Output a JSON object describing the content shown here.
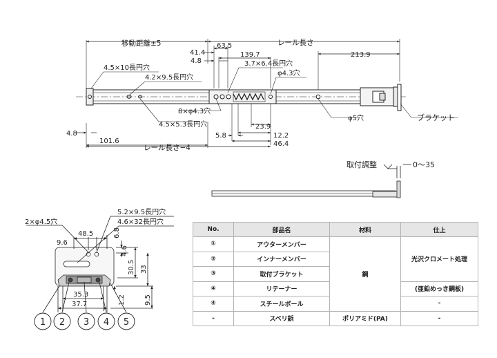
{
  "top_view": {
    "travel": "移動距離±5",
    "rail_length": "レール長さ",
    "d63_5": "63.5",
    "d41_4": "41.4",
    "d139_7": "139.7",
    "d4_8a": "4.8",
    "d213_9": "213.9",
    "slot_4_5x10": "4.5×10長円穴",
    "slot_4_2x9_5": "4.2×9.5長円穴",
    "slot_3_7x6_4": "3.7×6.4長円穴",
    "hole_4_3": "φ4.3穴",
    "holes_8x4_3": "8×φ4.3穴",
    "slot_4_5x5_3": "4.5×5.3長円穴",
    "hole_5": "φ5穴",
    "bracket": "ブラケット",
    "d23_9": "23.9",
    "d5_8": "5.8",
    "d12_2": "12.2",
    "d46_4": "46.4",
    "d4_8b": "4.8",
    "d101_6": "101.6",
    "rail_length_minus4": "レール長さ−4"
  },
  "side_view": {
    "mount_adjust": "取付調整",
    "range": "0〜35"
  },
  "section_view": {
    "hole_2x4_5": "2×φ4.5穴",
    "slot_5_2x9_5": "5.2×9.5長円穴",
    "slot_4_6x32": "4.6×32長円穴",
    "d48_5": "48.5",
    "d9_6": "9.6",
    "d6_8": "6.8",
    "d4_6": "4.6",
    "d30_5": "30.5",
    "d33": "33",
    "d9_5": "9.5",
    "d1_2": "1.2",
    "d35_3": "35.3",
    "d37_7": "37.7",
    "callouts": [
      "1",
      "2",
      "3",
      "4",
      "5"
    ]
  },
  "parts_table": {
    "headers": [
      "No.",
      "部品名",
      "材料",
      "仕上"
    ],
    "rows": [
      {
        "no": "①",
        "name": "アウターメンバー"
      },
      {
        "no": "②",
        "name": "インナーメンバー"
      },
      {
        "no": "③",
        "name": "取付ブラケット"
      },
      {
        "no": "④",
        "name": "リテーナー"
      },
      {
        "no": "④",
        "name": "スチールボール"
      },
      {
        "no": "-",
        "name": "スベリ鋲"
      }
    ],
    "material_steel": "鋼",
    "finish_chromate": "光沢クロメート処理",
    "finish_galvanized": "(亜鉛めっき鋼板)",
    "finish_dash_retainer": "-",
    "finish_dash_ball": "-",
    "material_pa": "ポリアミド(PA)",
    "finish_dash_pa": "-"
  }
}
